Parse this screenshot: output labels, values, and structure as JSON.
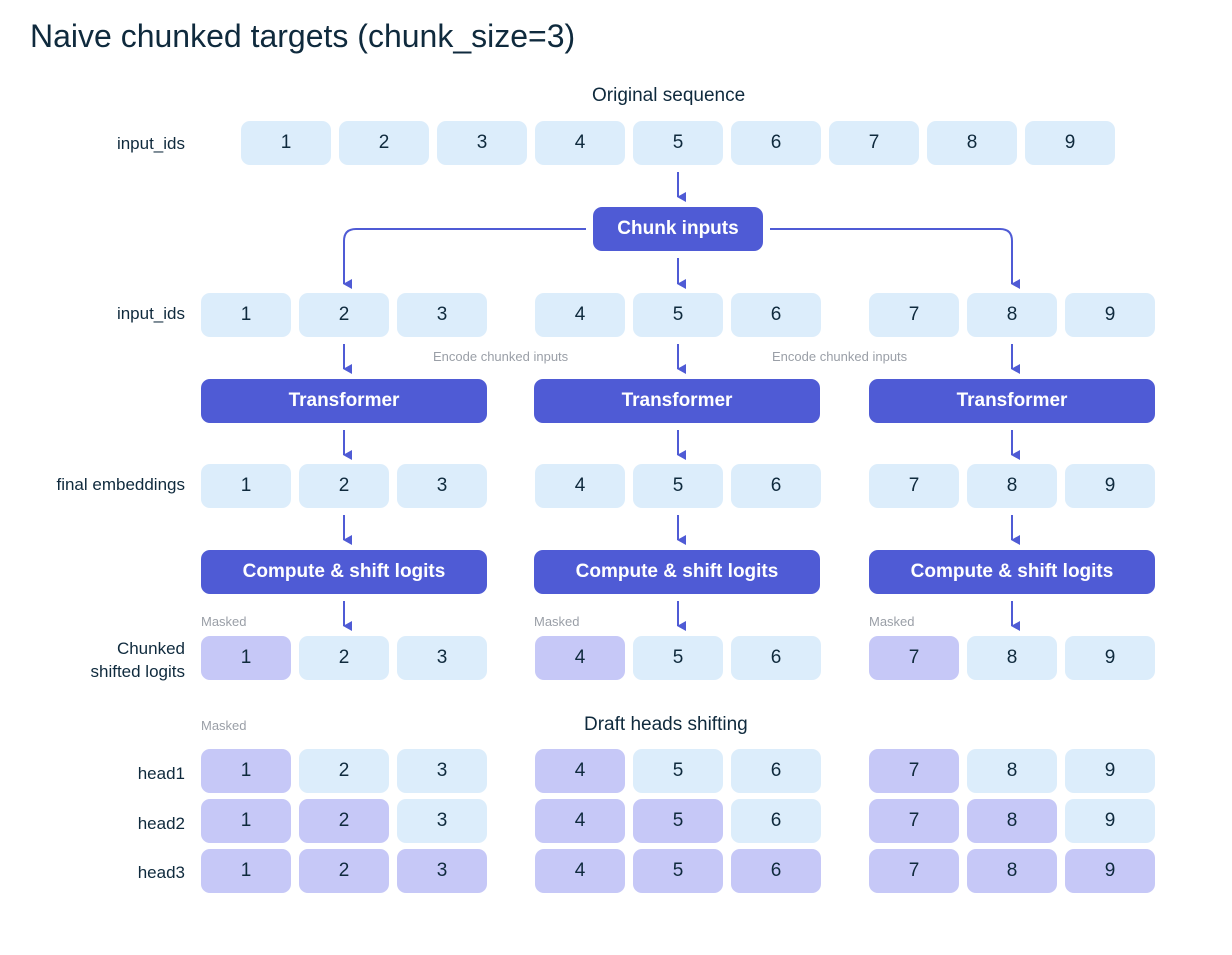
{
  "title": "Naive chunked targets (chunk_size=3)",
  "original_label": "Original sequence",
  "row_labels": {
    "input_ids_orig": "input_ids",
    "input_ids_chunk": "input_ids",
    "final_embeddings": "final embeddings",
    "chunked_line1": "Chunked",
    "chunked_line2": "shifted logits",
    "head1": "head1",
    "head2": "head2",
    "head3": "head3"
  },
  "tokens": [
    "1",
    "2",
    "3",
    "4",
    "5",
    "6",
    "7",
    "8",
    "9"
  ],
  "chunk_inputs_label": "Chunk inputs",
  "transformer_label": "Transformer",
  "compute_label": "Compute & shift logits",
  "encode_note": "Encode chunked inputs",
  "masked_note": "Masked",
  "draft_heads_label": "Draft heads shifting",
  "colors": {
    "light_cell": "#dcedfb",
    "masked_cell": "#c6c8f7",
    "block": "#4f5bd5",
    "arrow": "#4f5bd5"
  }
}
